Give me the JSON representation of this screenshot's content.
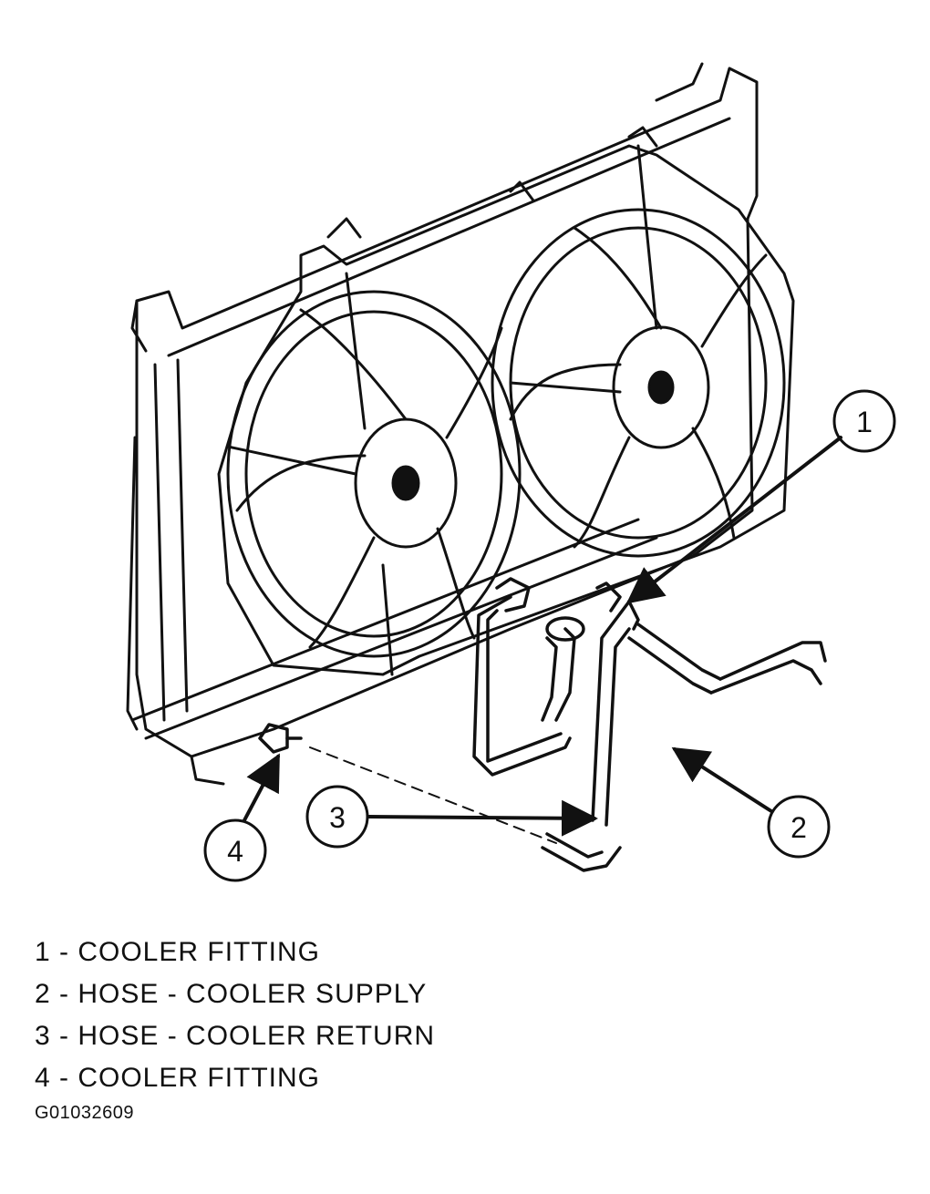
{
  "diagram": {
    "callouts": [
      {
        "number": "1"
      },
      {
        "number": "2"
      },
      {
        "number": "3"
      },
      {
        "number": "4"
      }
    ]
  },
  "legend": [
    {
      "text": "1 - COOLER FITTING"
    },
    {
      "text": "2 - HOSE - COOLER SUPPLY"
    },
    {
      "text": "3 - HOSE - COOLER RETURN"
    },
    {
      "text": "4 - COOLER FITTING"
    }
  ],
  "figure_id": "G01032609"
}
